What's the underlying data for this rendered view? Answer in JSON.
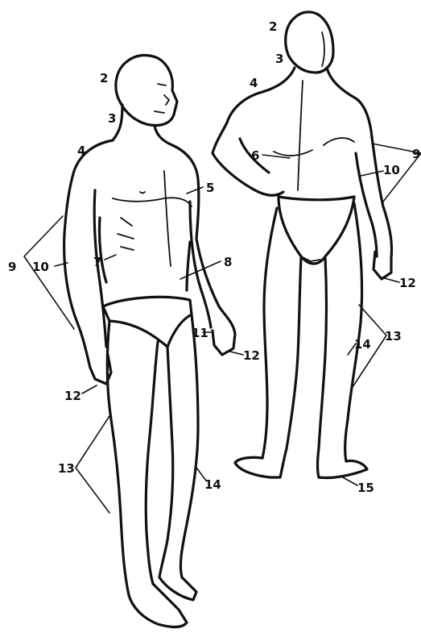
{
  "labels_front": {
    "l2": "2",
    "l3": "3",
    "l4": "4",
    "l5": "5",
    "l7": "7",
    "l8": "8",
    "l9": "9",
    "l10": "10",
    "l11": "11",
    "l12a": "12",
    "l12b": "12",
    "l13": "13",
    "l14": "14"
  },
  "labels_back": {
    "l2": "2",
    "l3": "3",
    "l4": "4",
    "l6": "6",
    "l9": "9",
    "l10": "10",
    "l12": "12",
    "l13": "13",
    "l14": "14",
    "l15": "15"
  },
  "colors": {
    "ink": "#111111",
    "paper": "#ffffff"
  }
}
